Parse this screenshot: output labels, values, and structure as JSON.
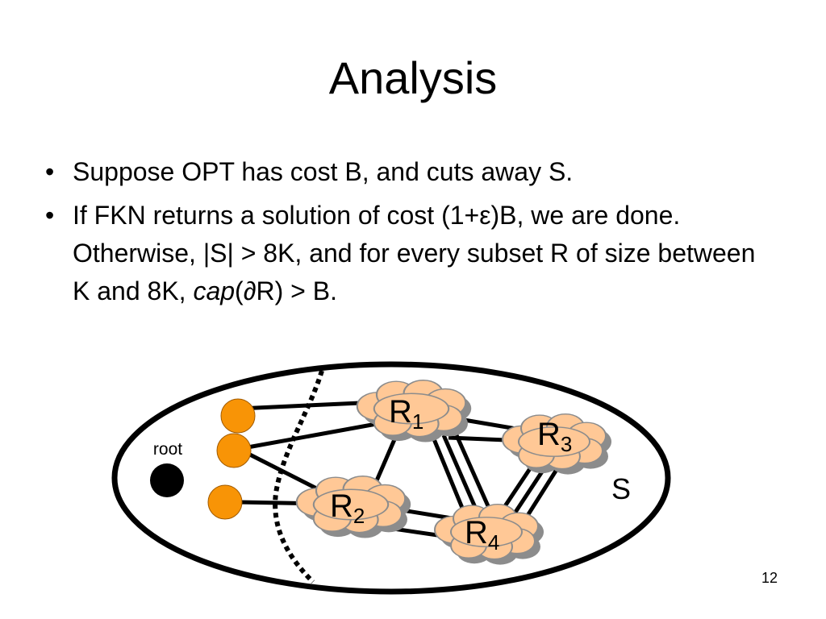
{
  "slide": {
    "title": "Analysis",
    "bullet_glyph": "•",
    "bullets": [
      {
        "segments": [
          "Suppose OPT has cost B, and cuts away S."
        ]
      },
      {
        "segments": [
          "If FKN returns a solution of cost (1+ε)B, we are done.  Otherwise, |S| > 8K, and for every subset R of size between K and 8K, ",
          "cap",
          "(∂R) > B."
        ]
      }
    ],
    "slide_number": "12"
  },
  "diagram": {
    "root_label": "root",
    "set_label": "S",
    "clouds": [
      {
        "letter": "R",
        "sub": "1"
      },
      {
        "letter": "R",
        "sub": "2"
      },
      {
        "letter": "R",
        "sub": "3"
      },
      {
        "letter": "R",
        "sub": "4"
      }
    ],
    "colors": {
      "cloud_fill": "#FFC896",
      "cloud_shadow": "#8C8C8C",
      "orange_node": "#F89406",
      "root_node": "#000000"
    }
  }
}
